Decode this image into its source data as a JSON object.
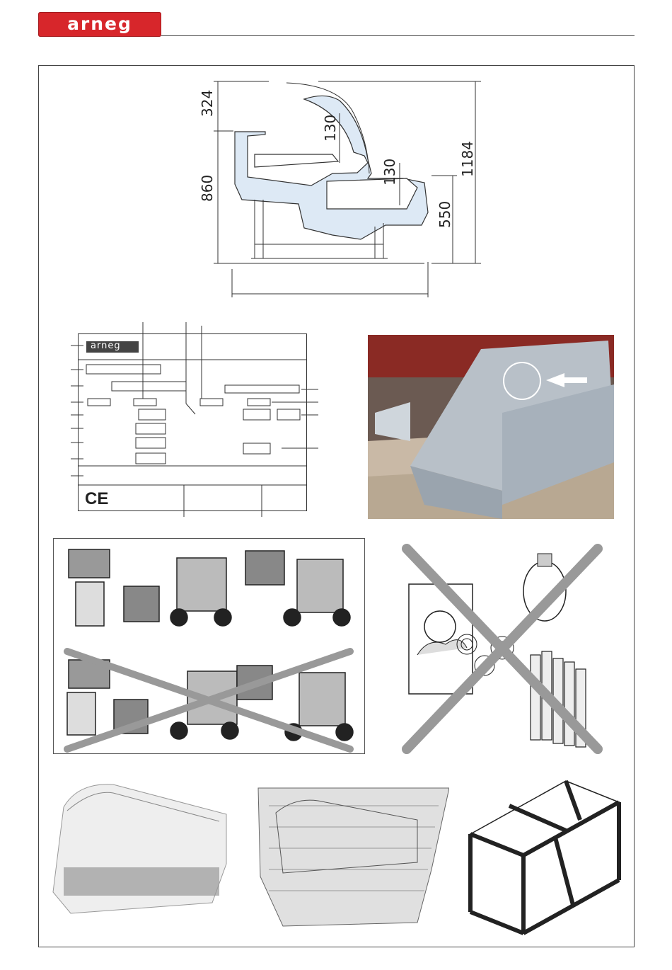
{
  "brand": {
    "logo_text": "arneg",
    "logo_color": "#d7262b"
  },
  "drawing": {
    "dimensions": [
      "324",
      "860",
      "130",
      "130",
      "550",
      "1184"
    ]
  },
  "nameplate": {
    "logo_text": "arneg",
    "ce_mark": "CE"
  },
  "photo": {
    "callout": "arrow pointing to nameplate location"
  },
  "handling": {
    "correct": "forklift transport allowed",
    "wrong": "crossed-out transport"
  },
  "warnings": {
    "icons": [
      "sun-icon",
      "lightbulb-icon",
      "radiator-icon",
      "wind-icon"
    ]
  },
  "packaging": {
    "steps": [
      "plastic cover",
      "wrapped cabinet",
      "wooden crate"
    ]
  }
}
